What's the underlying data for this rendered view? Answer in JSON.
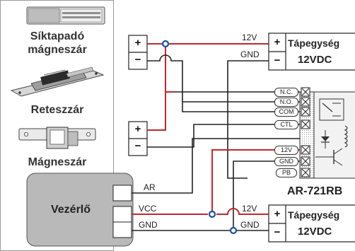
{
  "devices": {
    "surface_maglock": "Síktapadó\nmágneszár",
    "mortise_lock": "Reteszzár",
    "magnetic_lock": "Mágneszár",
    "controller": "Vezérlő",
    "reader": "AR-721RB"
  },
  "psu_top": {
    "title": "Tápegység",
    "voltage": "12VDC",
    "plus": "+",
    "minus": "−"
  },
  "psu_bottom": {
    "title": "Tápegység",
    "voltage": "12VDC",
    "plus": "+",
    "minus": "−"
  },
  "lock_terminals_top": {
    "plus": "+",
    "minus": "−"
  },
  "lock_terminals_bottom": {
    "plus": "+",
    "minus": "−"
  },
  "wire_labels": {
    "top_12v": "12V",
    "top_gnd": "GND",
    "bottom_12v": "12V",
    "bottom_gnd": "GND",
    "ar": "AR",
    "vcc": "VCC",
    "ctrl_gnd": "GND"
  },
  "reader_pins": [
    "N.C.",
    "N.O.",
    "COM",
    "CTL",
    "12V",
    "GND",
    "PB"
  ],
  "colors": {
    "power_wire": "#c0282d",
    "ground_wire": "#222222",
    "junction": "#1b4fa0",
    "controller_fill": "#b9b9b9",
    "reader_fill": "#f2f2f2"
  }
}
